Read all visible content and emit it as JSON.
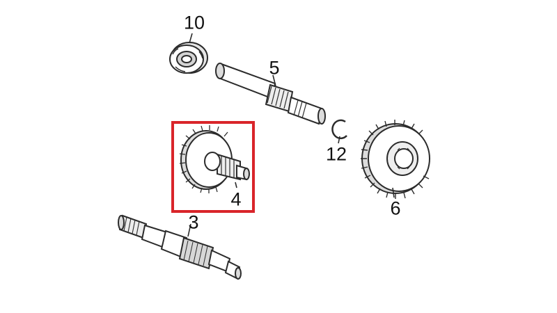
{
  "diagram": {
    "parts": [
      {
        "id": "bearing",
        "callout": "10",
        "icon": "bearing-icon"
      },
      {
        "id": "countershaft",
        "callout": "5",
        "icon": "shaft-icon"
      },
      {
        "id": "circlip",
        "callout": "12",
        "icon": "circlip-icon"
      },
      {
        "id": "gear-large",
        "callout": "6",
        "icon": "gear-icon"
      },
      {
        "id": "gear-small",
        "callout": "4",
        "icon": "gear-icon",
        "highlighted": true
      },
      {
        "id": "primary-shaft",
        "callout": "3",
        "icon": "shaft-icon"
      }
    ],
    "colors": {
      "line": "#2b2b2b",
      "fill": "#ffffff",
      "shade": "#cfcfcf",
      "highlight": "#d9252a"
    }
  }
}
